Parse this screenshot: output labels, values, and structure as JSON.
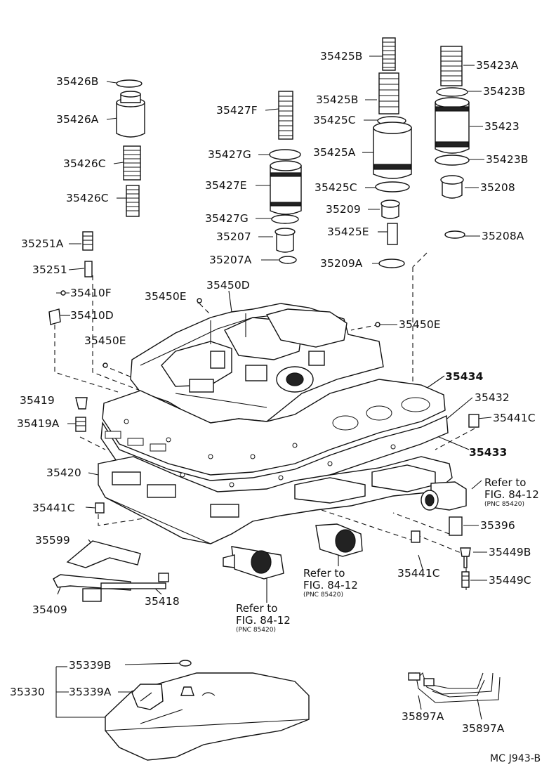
{
  "diagram_code": "MC J943-B",
  "labels": {
    "p35426B": "35426B",
    "p35426A": "35426A",
    "p35426C_1": "35426C",
    "p35426C_2": "35426C",
    "p35427F": "35427F",
    "p35427G_1": "35427G",
    "p35427E": "35427E",
    "p35427G_2": "35427G",
    "p35207": "35207",
    "p35207A": "35207A",
    "p35425B_1": "35425B",
    "p35425B_2": "35425B",
    "p35425C_1": "35425C",
    "p35425A": "35425A",
    "p35425C_2": "35425C",
    "p35209": "35209",
    "p35425E": "35425E",
    "p35209A": "35209A",
    "p35423A": "35423A",
    "p35423B_1": "35423B",
    "p35423": "35423",
    "p35423B_2": "35423B",
    "p35208": "35208",
    "p35208A": "35208A",
    "p35251A": "35251A",
    "p35251": "35251",
    "p35410F": "35410F",
    "p35410D": "35410D",
    "p35450E_1": "35450E",
    "p35450D": "35450D",
    "p35450E_2": "35450E",
    "p35450E_3": "35450E",
    "p35434": "35434",
    "p35432": "35432",
    "p35433": "35433",
    "p35441C_1": "35441C",
    "p35419": "35419",
    "p35419A": "35419A",
    "p35420": "35420",
    "p35441C_2": "35441C",
    "p35396": "35396",
    "p35449B": "35449B",
    "p35449C": "35449C",
    "p35441C_3": "35441C",
    "p35599": "35599",
    "p35409": "35409",
    "p35418": "35418",
    "p35339B": "35339B",
    "p35330": "35330",
    "p35339A": "35339A",
    "p35897A_1": "35897A",
    "p35897A_2": "35897A"
  },
  "references": [
    {
      "line1": "Refer to",
      "line2": "FIG. 84-12",
      "pnc": "(PNC 85420)"
    },
    {
      "line1": "Refer to",
      "line2": "FIG. 84-12",
      "pnc": "(PNC 85420)"
    },
    {
      "line1": "Refer to",
      "line2": "FIG. 84-12",
      "pnc": "(PNC 85420)"
    }
  ]
}
